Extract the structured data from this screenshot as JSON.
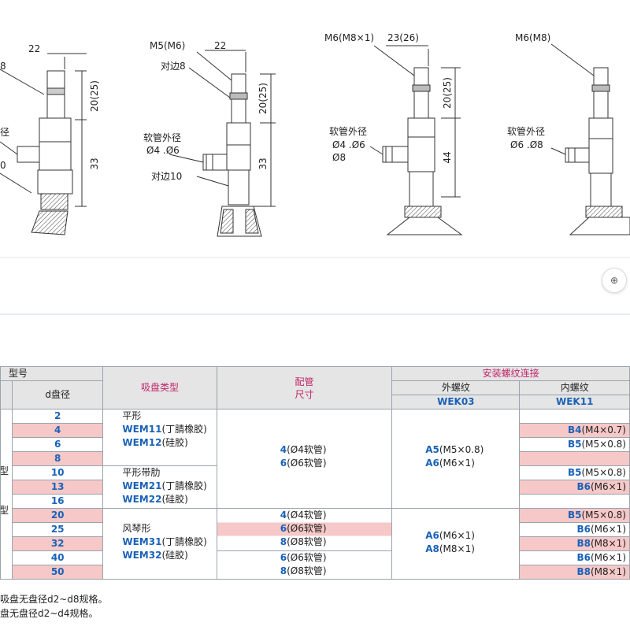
{
  "drawing": {
    "fig1": {
      "dim_width": "22",
      "dim_v1": "20(25)",
      "dim_v2": "33",
      "left_frag1": "8",
      "left_frag2": "径",
      "left_frag3": "0"
    },
    "fig2": {
      "thread": "M5(M6)",
      "dim_width": "22",
      "across_flats_top": "对边8",
      "tube_label": "软管外径",
      "tube_sizes": "Ø4 .Ø6",
      "across_flats_bottom": "对边10",
      "dim_v1": "20(25)",
      "dim_v2": "33"
    },
    "fig3": {
      "thread": "M6(M8×1)",
      "dim_width": "23(26)",
      "tube_label": "软管外径",
      "tube_sizes1": "Ø4 .Ø6",
      "tube_sizes2": "Ø8",
      "dim_v1": "20(25)",
      "dim_v2": "44"
    },
    "fig4": {
      "thread": "M6(M8)",
      "tube_label": "软管外径",
      "tube_sizes": "Ø6 .Ø8"
    }
  },
  "table": {
    "header": {
      "model": "型号",
      "d_diameter": "d盘径",
      "cup_type": "吸盘类型",
      "pipe_line1": "配管",
      "pipe_line2": "尺寸",
      "thread_connection": "安装螺纹连接",
      "external_thread": "外螺纹",
      "external_code": "WEK03",
      "internal_thread": "内螺纹",
      "internal_code": "WEK11"
    },
    "left_labels": [
      "型",
      "型"
    ],
    "diameters": [
      "2",
      "4",
      "6",
      "8",
      "10",
      "13",
      "16",
      "20",
      "25",
      "32",
      "40",
      "50"
    ],
    "types": [
      {
        "name": "平形",
        "variants": [
          {
            "code": "WEM11",
            "material": "(丁腈橡胶)"
          },
          {
            "code": "WEM12",
            "material": "(硅胶)"
          }
        ]
      },
      {
        "name": "平形带肋",
        "variants": [
          {
            "code": "WEM21",
            "material": "(丁腈橡胶)"
          },
          {
            "code": "WEM22",
            "material": "(硅胶)"
          }
        ]
      },
      {
        "name": "风琴形",
        "variants": [
          {
            "code": "WEM31",
            "material": "(丁腈橡胶)"
          },
          {
            "code": "WEM32",
            "material": "(硅胶)"
          }
        ]
      }
    ],
    "pipe_group1": [
      {
        "code": "4",
        "text": "(Ø4软管)"
      },
      {
        "code": "6",
        "text": "(Ø6软管)"
      }
    ],
    "pipe_group2": [
      {
        "code": "4",
        "text": "(Ø4软管)"
      },
      {
        "code": "6",
        "text": "(Ø6软管)"
      },
      {
        "code": "8",
        "text": "(Ø8软管)"
      }
    ],
    "pipe_group3": [
      {
        "code": "6",
        "text": "(Ø6软管)"
      },
      {
        "code": "8",
        "text": "(Ø8软管)"
      }
    ],
    "ext_group1": [
      {
        "code": "A5",
        "text": "(M5×0.8)"
      },
      {
        "code": "A6",
        "text": "(M6×1)"
      }
    ],
    "ext_group2": [
      {
        "code": "A6",
        "text": "(M6×1)"
      },
      {
        "code": "A8",
        "text": "(M8×1)"
      }
    ],
    "int_rows": [
      null,
      {
        "code": "B4",
        "text": "(M4×0.7)"
      },
      {
        "code": "B5",
        "text": "(M5×0.8)"
      },
      null,
      {
        "code": "B5",
        "text": "(M5×0.8)"
      },
      {
        "code": "B6",
        "text": "(M6×1)"
      },
      null,
      {
        "code": "B5",
        "text": "(M5×0.8)"
      },
      {
        "code": "B6",
        "text": "(M6×1)"
      },
      {
        "code": "B8",
        "text": "(M8×1)"
      },
      {
        "code": "B6",
        "text": "(M6×1)"
      },
      {
        "code": "B8",
        "text": "(M8×1)"
      }
    ]
  },
  "footnotes": [
    "吸盘无盘径d2~d8规格。",
    "盘无盘径d2~d4规格。"
  ]
}
